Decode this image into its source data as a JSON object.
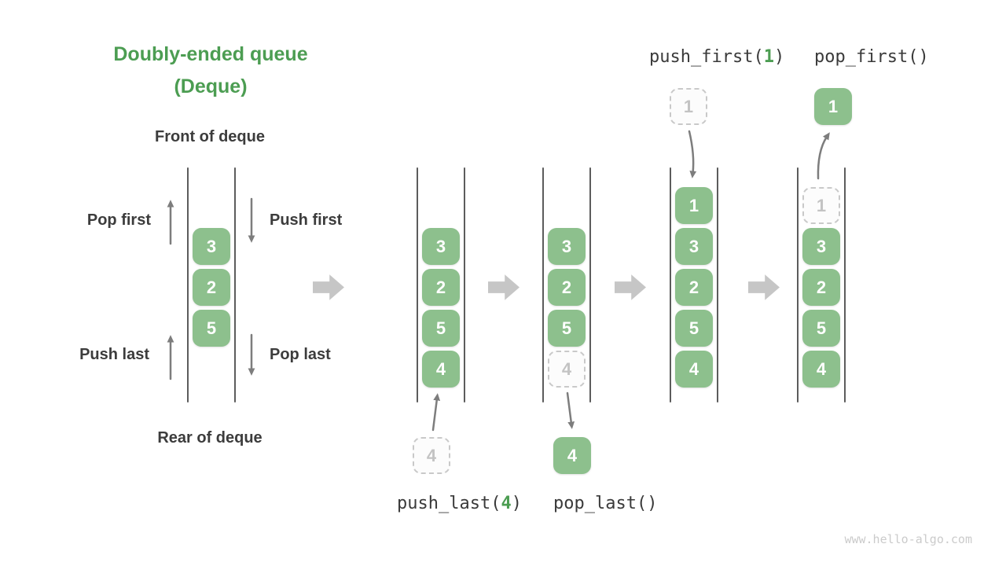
{
  "title": {
    "line1": "Doubly-ended queue",
    "line2": "(Deque)"
  },
  "annotations": {
    "front": "Front of deque",
    "rear": "Rear of deque",
    "pop_first": "Pop first",
    "push_first": "Push first",
    "push_last": "Push last",
    "pop_last": "Pop last"
  },
  "operations": {
    "push_first_pre": "push_first(",
    "push_first_arg": "1",
    "push_first_post": ")",
    "pop_first": "pop_first()",
    "push_last_pre": "push_last(",
    "push_last_arg": "4",
    "push_last_post": ")",
    "pop_last": "pop_last()"
  },
  "queues": [
    {
      "cells": [
        {
          "value": "3"
        },
        {
          "value": "2"
        },
        {
          "value": "5"
        }
      ]
    },
    {
      "cells": [
        {
          "value": "3"
        },
        {
          "value": "2"
        },
        {
          "value": "5"
        },
        {
          "value": "4"
        }
      ],
      "external": {
        "value": "4",
        "ghost": true,
        "position": "below"
      }
    },
    {
      "cells": [
        {
          "value": "3"
        },
        {
          "value": "2"
        },
        {
          "value": "5"
        },
        {
          "value": "4",
          "ghost": true
        }
      ],
      "external": {
        "value": "4",
        "ghost": false,
        "position": "below"
      }
    },
    {
      "cells": [
        {
          "value": "1"
        },
        {
          "value": "3"
        },
        {
          "value": "2"
        },
        {
          "value": "5"
        },
        {
          "value": "4"
        }
      ],
      "external": {
        "value": "1",
        "ghost": true,
        "position": "above"
      }
    },
    {
      "cells": [
        {
          "value": "1",
          "ghost": true
        },
        {
          "value": "3"
        },
        {
          "value": "2"
        },
        {
          "value": "5"
        },
        {
          "value": "4"
        }
      ],
      "external": {
        "value": "1",
        "ghost": false,
        "position": "above"
      }
    }
  ],
  "watermark": "www.hello-algo.com",
  "colors": {
    "cell_green": "#8dc08d",
    "title_green": "#4c9d52",
    "text_dark": "#3c3c3c",
    "thin_arrow": "#7d7d7d",
    "block_arrow": "#c6c6c6",
    "ghost_border": "#c9c9c9",
    "ghost_text": "#c3c3c3",
    "wall_line": "#5c5c5c",
    "watermark": "#cbcbcb"
  }
}
